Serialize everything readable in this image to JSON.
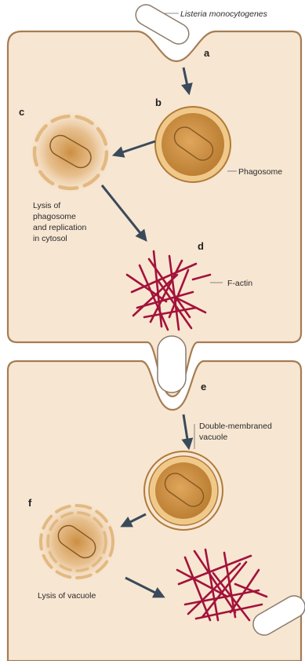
{
  "labels": {
    "bacterium_name": "Listeria monocytogenes",
    "phagosome": "Phagosome",
    "lysis_phagosome": [
      "Lysis of",
      "phagosome",
      "and replication",
      "in cytosol"
    ],
    "f_actin": "F-actin",
    "double_membraned": [
      "Double-membraned",
      "vacuole"
    ],
    "lysis_vacuole": "Lysis of vacuole"
  },
  "step_letters": {
    "a": "a",
    "b": "b",
    "c": "c",
    "d": "d",
    "e": "e",
    "f": "f"
  },
  "colors": {
    "cell_fill": "#f7e6d2",
    "cell_stroke": "#a67c52",
    "vacuole_ring": "#d9a45a",
    "vacuole_core": "#c98a3a",
    "actin": "#a3123a",
    "arrow": "#3a4a5a",
    "bacterium_fill": "#ffffff"
  }
}
